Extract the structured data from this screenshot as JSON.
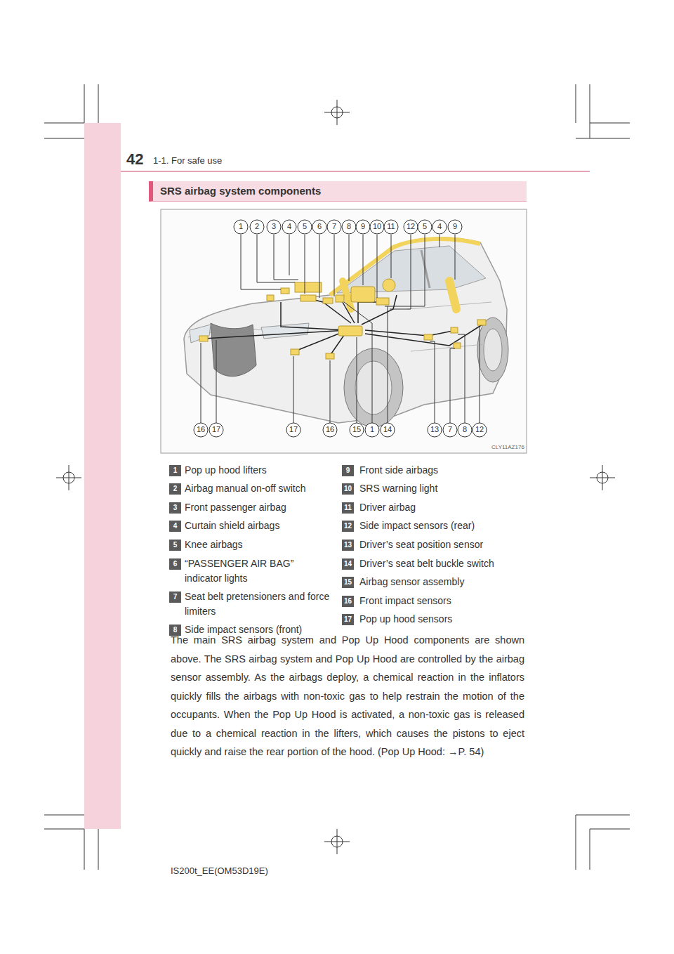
{
  "diagram": {
    "nodes": [
      {
        "text": [
          "SRS airbag system components"
        ]
      }
    ],
    "labels": [
      "42",
      "1-1. For safe use",
      "1",
      "2",
      "3",
      "4",
      "5",
      "6",
      "7",
      "8",
      "9",
      "10",
      "11",
      "12",
      "5",
      "4",
      "9",
      "16",
      "17",
      "17",
      "16",
      "15",
      "1",
      "14",
      "13",
      "7",
      "8",
      "12",
      "CLY11AZ176",
      "1",
      "Pop up hood lifters",
      "2",
      "Airbag manual on-off switch",
      "3",
      "Front passenger airbag",
      "4",
      "Curtain shield airbags",
      "5",
      "Knee airbags",
      "6",
      "“PASSENGER AIR BAG” indicator lights",
      "7",
      "Seat belt pretensioners and force limiters",
      "8",
      "Side impact sensors (front)",
      "9",
      "Front side airbags",
      "10",
      "SRS warning light",
      "11",
      "Driver airbag",
      "12",
      "Side impact sensors (rear)",
      "13",
      "Driver’s seat position sensor",
      "14",
      "Driver’s seat belt buckle switch",
      "15",
      "Airbag sensor assembly",
      "16",
      "Front impact sensors",
      "17",
      "Pop up hood sensors",
      "The main SRS airbag system and Pop Up Hood components are shown above. The SRS airbag system and Pop Up Hood are controlled by the airbag sensor assembly. As the airbags deploy, a chemical reaction in the inflators quickly fills the airbags with non-toxic gas to help restrain the motion of the occupants. When the Pop Up Hood is activated, a non-toxic gas is released due to a chemical reaction in the lifters, which causes the pistons to eject quickly and raise the rear portion of the hood. (Pop Up Hood: →P. 54)",
      "IS200t_EE(OM53D19E)"
    ]
  }
}
